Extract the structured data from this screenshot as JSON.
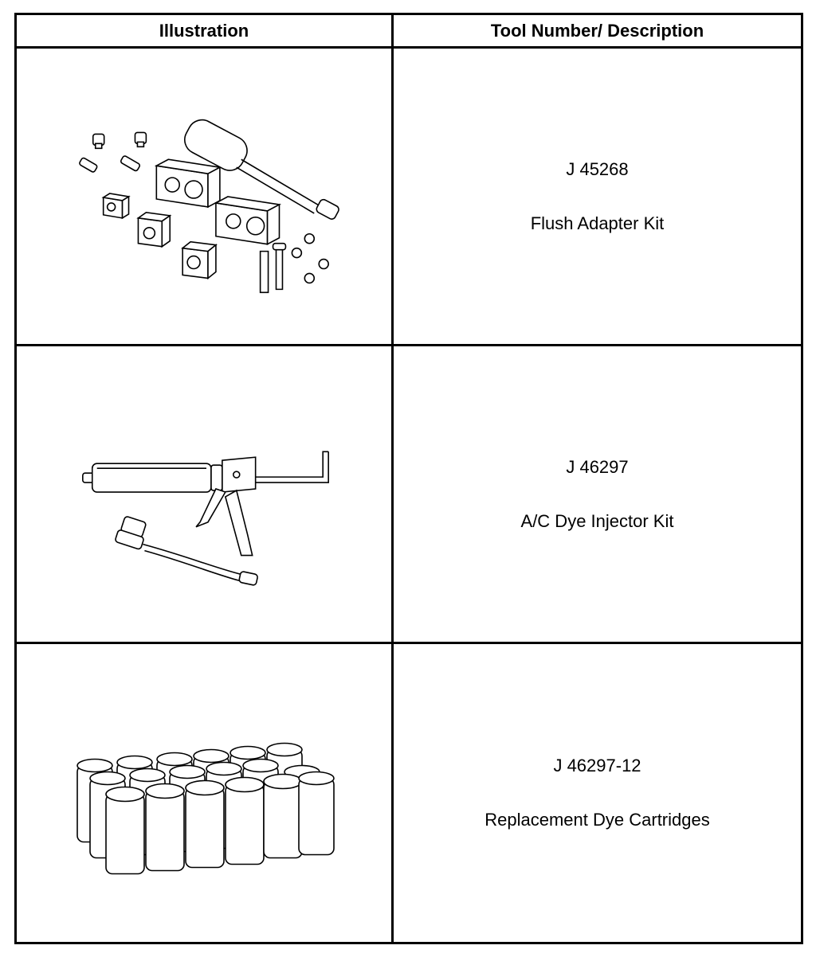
{
  "table": {
    "headers": {
      "illustration": "Illustration",
      "description": "Tool Number/ Description"
    },
    "rows": [
      {
        "tool_number": "J 45268",
        "description": "Flush Adapter Kit",
        "icon": "flush-adapter-kit-illustration"
      },
      {
        "tool_number": "J 46297",
        "description": "A/C Dye Injector Kit",
        "icon": "dye-injector-kit-illustration"
      },
      {
        "tool_number": "J 46297-12",
        "description": "Replacement Dye Cartridges",
        "icon": "dye-cartridges-illustration"
      }
    ]
  }
}
